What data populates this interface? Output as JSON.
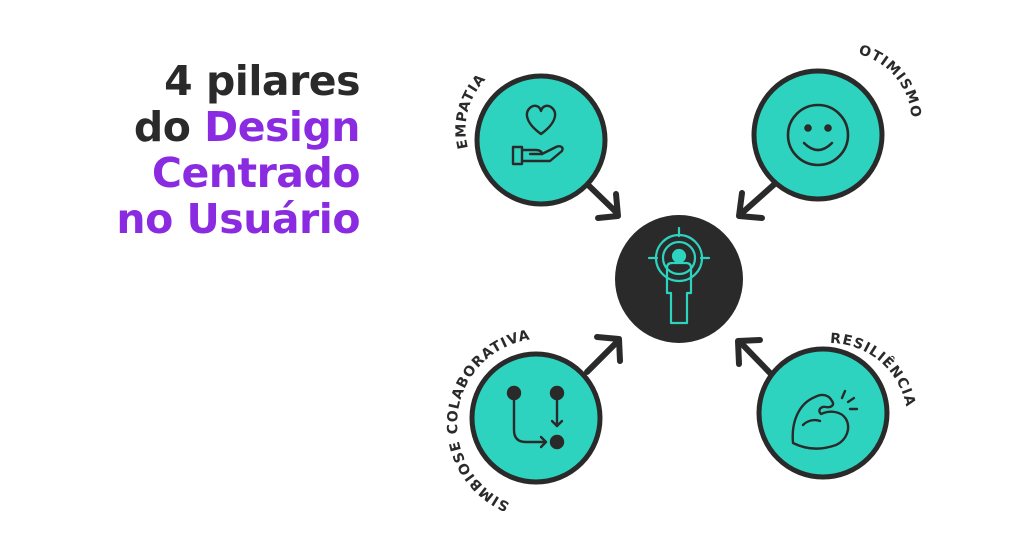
{
  "title": {
    "line1": "4 pilares",
    "line2_prefix": "do ",
    "line2_accent": "Design",
    "line3": "Centrado",
    "line4": "no Usuário"
  },
  "pillars": {
    "empatia": "EMPATIA",
    "otimismo": "OTIMISMO",
    "simbiose": "SIMBIOSE COLABORATIVA",
    "resiliencia": "RESILIÊNCIA"
  },
  "colors": {
    "teal": "#2ed3c0",
    "dark": "#2a2a2a",
    "accent": "#8a2be2"
  }
}
